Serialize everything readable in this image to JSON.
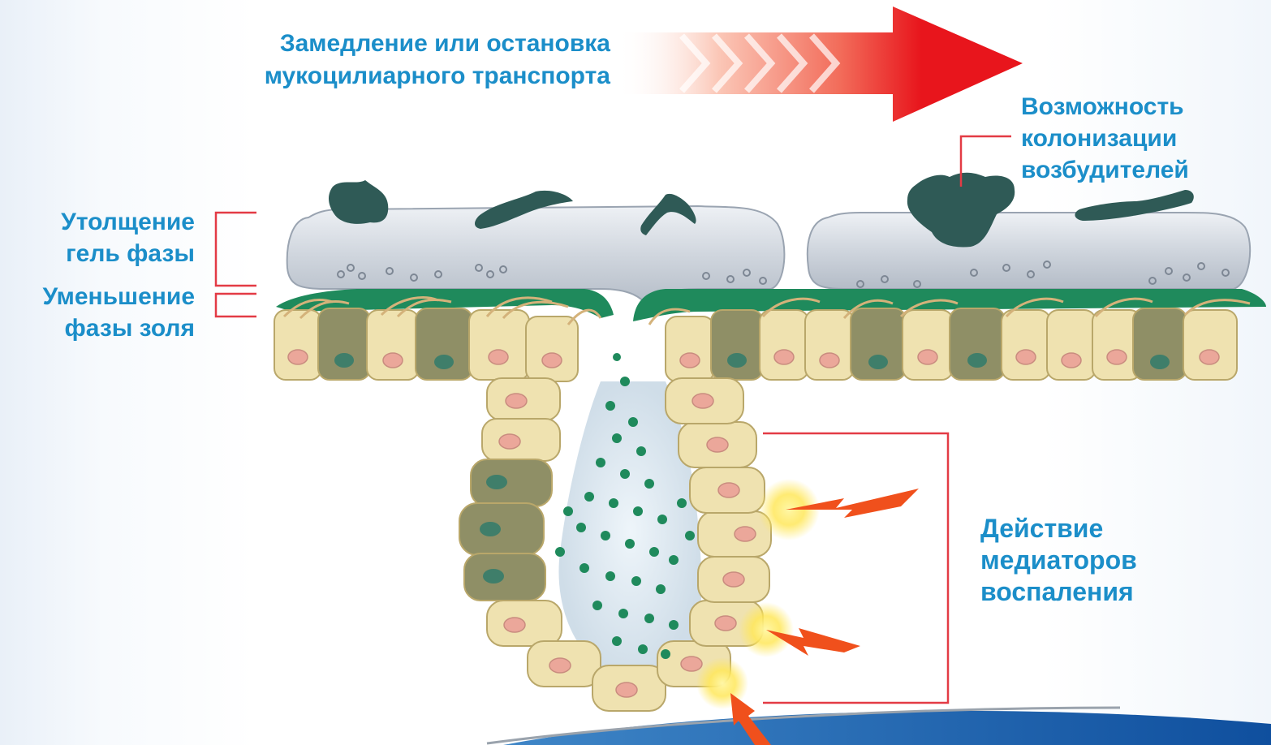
{
  "labels": {
    "transport": "Замедление или остановка\nмукоцилиарного транспорта",
    "colonization": "Возможность\nколонизации\nвозбудителей",
    "gel_thickening": "Утолщение\nгель фазы",
    "sol_reduction": "Уменьшение\nфазы золя",
    "mediators": "Действие\nмедиаторов\nвоспаления"
  },
  "colors": {
    "label_text": "#1b8ec9",
    "arrow": "#e8151c",
    "bracket": "#e33b45",
    "gel_layer": "#c9cfd8",
    "sol_layer": "#1f8a5c",
    "cell_body": "#efe2b0",
    "goblet_cell": "#8f8f66",
    "nucleus": "#eba79a",
    "pathogen": "#2f5a56",
    "secretion_granule": "#1f8a5c",
    "lightning": "#f0501c",
    "glow": "#ffe75a",
    "wave": "#1565b0"
  }
}
